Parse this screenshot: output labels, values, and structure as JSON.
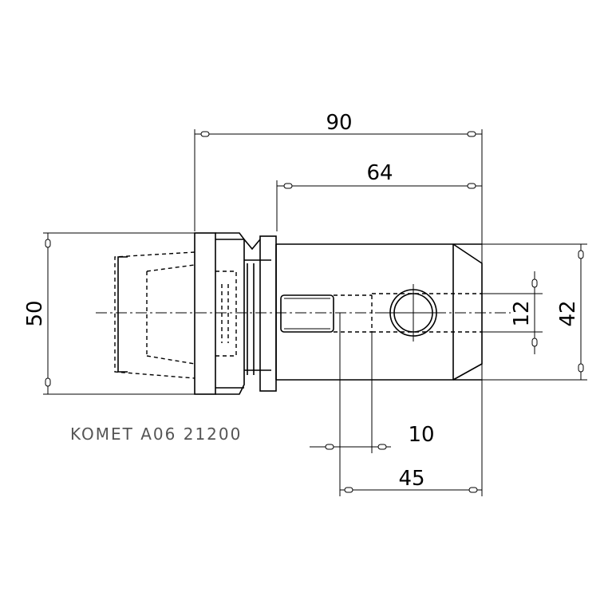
{
  "drawing": {
    "part_number": "KOMET A06 21200",
    "dimensions": {
      "overall_length": "90",
      "shank_length": "64",
      "flange_diameter": "50",
      "body_diameter": "42",
      "bore_diameter": "12",
      "thread_length": "10",
      "cross_hole_distance": "45"
    }
  }
}
